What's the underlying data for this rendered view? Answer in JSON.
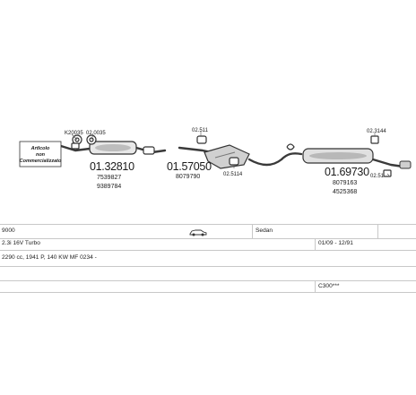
{
  "diagram": {
    "note_lines": [
      "Artlcolo",
      "non",
      "Commercializzato"
    ],
    "small_codes": {
      "left_a": "K20035",
      "left_b": "02.0035",
      "mid_top": "02.511",
      "mid_bot": "02.5114",
      "right_top": "02.3144",
      "right_bot": "02.51"
    },
    "main_codes": [
      "01.32810",
      "01.57050",
      "01.69730"
    ],
    "sub_numbers": {
      "a1": "7539827",
      "a2": "9389784",
      "b1": "8079790",
      "c1": "8079163",
      "c2": "4525368"
    }
  },
  "table": {
    "row1": {
      "model": "9000",
      "body": "Sedan"
    },
    "row2": {
      "variant": "2.3i 16V Turbo",
      "dates": "01/09 - 12/91"
    },
    "row3": {
      "spec": "2290 cc, 1941 P, 140 KW MF 0234 -"
    },
    "row5": {
      "code": "C300***"
    }
  },
  "colors": {
    "line": "#c8c8c8",
    "part": "#3a3a3a",
    "ink": "#1a1a1a"
  }
}
